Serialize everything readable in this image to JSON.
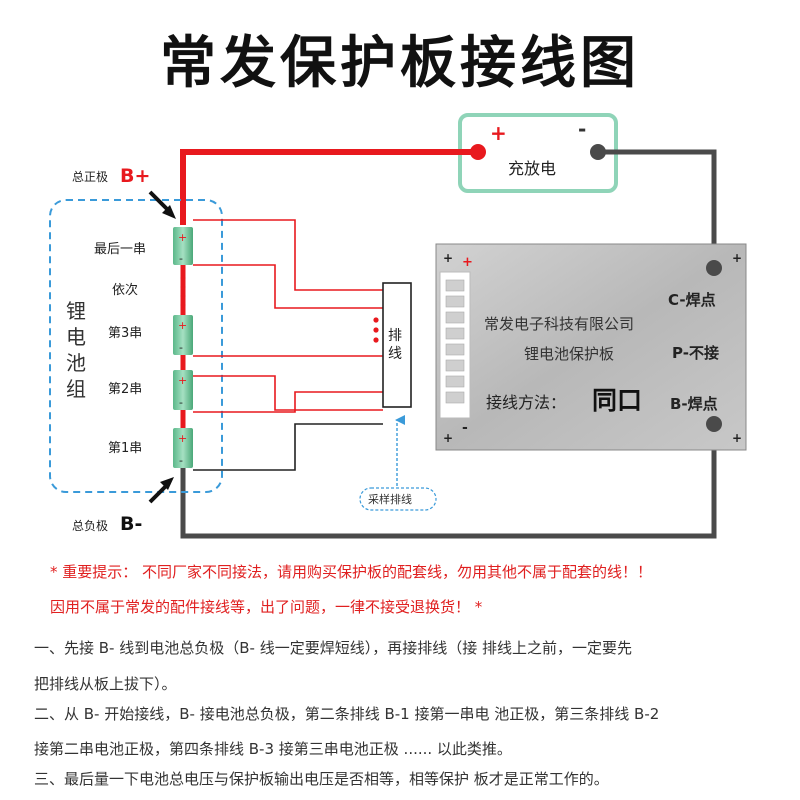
{
  "title": "常发保护板接线图",
  "colors": {
    "red": "#e8191e",
    "dark": "#4a4a4a",
    "dashed_blue": "#3a9ad9",
    "green": "#8fd4b8",
    "green_dark": "#3c8f63",
    "board": "#bdbdbd"
  },
  "charger": {
    "plus": "+",
    "minus": "-",
    "label": "充放电"
  },
  "battery_pack": {
    "label_chars": [
      "锂",
      "电",
      "池",
      "组"
    ],
    "b_plus_prefix": "总正极",
    "b_plus": "B+",
    "b_minus_prefix": "总负极",
    "b_minus": "B-",
    "cells": [
      "最后一串",
      "第3串",
      "第2串",
      "第1串"
    ],
    "between_label": "依次",
    "plus": "+",
    "minus": "-"
  },
  "connector": {
    "label_chars": [
      "排",
      "线"
    ],
    "sample_label": "采样排线"
  },
  "board": {
    "line1": "常发电子科技有限公司",
    "line2": "锂电池保护板",
    "method_label": "接线方法：",
    "method_value": "同口",
    "c_label": "C-焊点",
    "p_label": "P-不接",
    "b_label": "B-焊点",
    "plus": "+",
    "minus": "-"
  },
  "warnings": [
    "* 重要提示：  不同厂家不同接法，请用购买保护板的配套线，勿用其他不属于配套的线！！",
    "因用不属于常发的配件接线等，出了问题，一律不接受退换货！  *"
  ],
  "instructions": [
    "一、先接 B- 线到电池总负极（B- 线一定要焊短线），再接排线（接 排线上之前，一定要先",
    "把排线从板上拔下）。",
    "二、从 B- 开始接线，B- 接电池总负极，第二条排线 B-1 接第一串电 池正极，第三条排线 B-2",
    "接第二串电池正极，第四条排线 B-3 接第三串电池正极 ...... 以此类推。",
    "三、最后量一下电池总电压与保护板输出电压是否相等，相等保护 板才是正常工作的。"
  ]
}
